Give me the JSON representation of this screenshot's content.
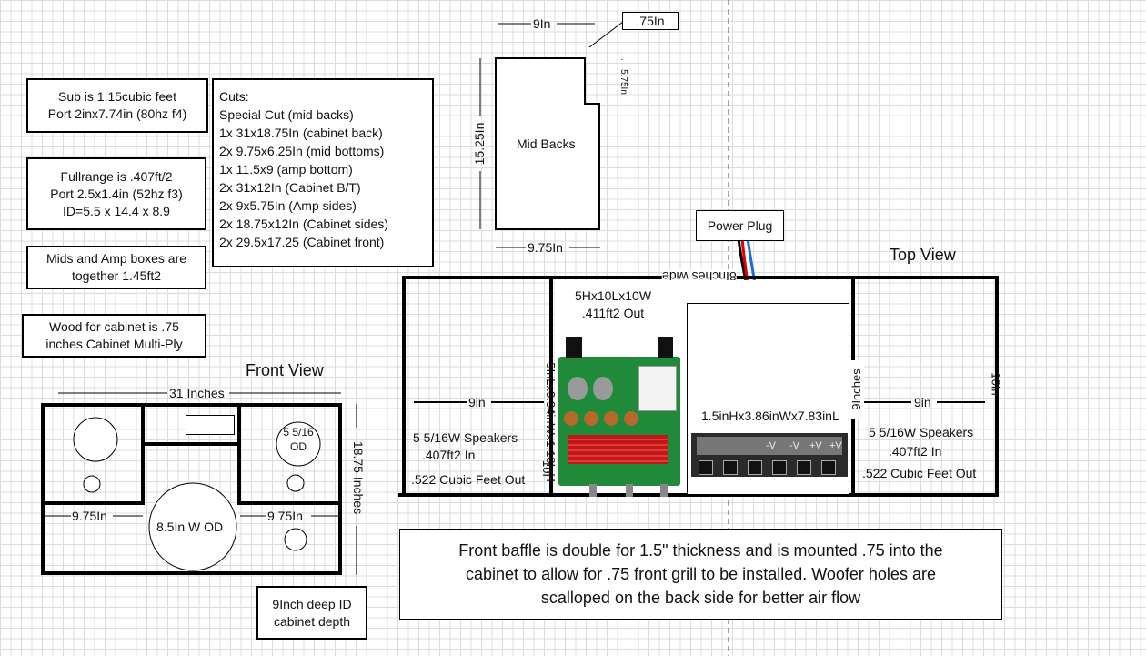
{
  "notes": {
    "sub": [
      "Sub is 1.15cubic feet",
      "Port 2inx7.74in (80hz f4)"
    ],
    "fullrange": [
      "Fullrange is .407ft/2",
      "Port 2.5x1.4in (52hz f3)",
      "ID=5.5 x 14.4 x 8.9"
    ],
    "mids_amp": [
      "Mids and Amp boxes are",
      "together 1.45ft2"
    ],
    "wood": [
      "Wood for cabinet is .75",
      "inches Cabinet Multi-Ply"
    ],
    "depth": [
      "9Inch deep ID",
      "cabinet depth"
    ],
    "baffle": [
      "Front baffle is double for 1.5\" thickness and is mounted .75 into the",
      "cabinet to allow for .75 front grill to be installed. Woofer holes are",
      "scalloped on the back side for better air flow"
    ]
  },
  "cuts": {
    "title": "Cuts:",
    "items": [
      "Special Cut (mid backs)",
      "1x 31x18.75In (cabinet back)",
      "2x 9.75x6.25In (mid bottoms)",
      "1x 11.5x9 (amp bottom)",
      "2x 31x12In (Cabinet B/T)",
      "2x 9x5.75In (Amp sides)",
      "2x 18.75x12In (Cabinet sides)",
      "2x 29.5x17.25 (Cabinet front)"
    ]
  },
  "mid_backs": {
    "label": "Mid Backs",
    "width": "9In",
    "notch": ".75In",
    "notch_height": "5.75In",
    "height": "15.25In",
    "bottom": "9.75In"
  },
  "front_view": {
    "title": "Front View",
    "width": "31 Inches",
    "height": "18.75 Inches",
    "left_width": "9.75In",
    "right_width": "9.75In",
    "woofer": "8.5In W OD",
    "mid": [
      "5 5/16",
      "OD"
    ]
  },
  "top_view": {
    "title": "Top View",
    "width": "8Inches wide",
    "amp_box": [
      "5Hx10Lx10W",
      ".411ft2 Out"
    ],
    "amp_vertical": "5InLx3.34inWx1.18InH",
    "amp_left_ten": "10I",
    "left_width": "9in",
    "right_width": "9in",
    "speakers_left": [
      "5 5/16W Speakers",
      ".407ft2 In",
      ".522 Cubic Feet Out"
    ],
    "speakers_right": [
      "5 5/16W Speakers",
      ".407ft2 In",
      ".522 Cubic Feet Out"
    ],
    "terminal_dim": "1.5inHx3.86inWx7.83inL",
    "nine_inches": "9Inches",
    "ten_in": "10In",
    "power_plug": "Power Plug",
    "terminal_labels": [
      "-V",
      "-V",
      "+V",
      "+V"
    ]
  }
}
